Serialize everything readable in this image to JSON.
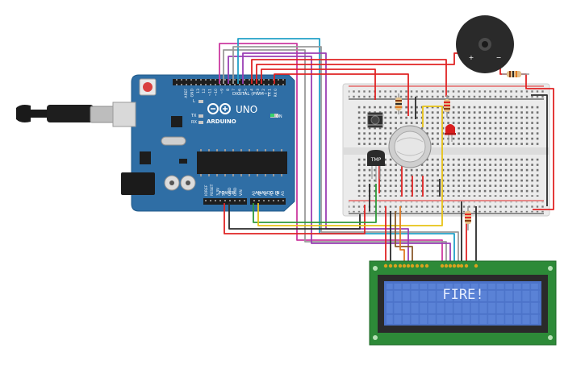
{
  "arduino": {
    "brand": "ARDUINO",
    "model": "UNO",
    "header_digital": "DIGITAL (PWM~)",
    "header_power": "POWER",
    "header_analog": "ANALOG IN",
    "label_on": "ON",
    "label_l": "L",
    "label_tx": "TX",
    "label_rx": "RX",
    "digital_pins": [
      "AREF",
      "GND",
      "13",
      "12",
      "~11",
      "~10",
      "~9",
      "8",
      "7",
      "~6",
      "~5",
      "4",
      "~3",
      "2",
      "TX 1",
      "RX 0"
    ],
    "power_pins": [
      "IOREF",
      "RESET",
      "3.3V",
      "5V",
      "GND",
      "GND",
      "VIN"
    ],
    "analog_pins": [
      "A0",
      "A1",
      "A2",
      "A3",
      "A4",
      "A5"
    ]
  },
  "temp_sensor": {
    "label": "TMP"
  },
  "buzzer": {
    "plus": "+",
    "minus": "−"
  },
  "lcd": {
    "text": "FIRE!"
  },
  "colors": {
    "board": "#2f6ea5",
    "breadboard": "#ebebeb",
    "lcd_screen": "#4c73c9",
    "lcd_pcb": "#2d8a38",
    "wire_red": "#e02424",
    "wire_black": "#2b2b2b",
    "wire_yellow": "#e8c316",
    "wire_green": "#2f9a3a",
    "wire_purple": "#9a3fb5",
    "wire_magenta": "#cc3aa0",
    "wire_cyan": "#22a0c8",
    "wire_gray": "#9a9a9a",
    "wire_brown": "#8a5a2b",
    "wire_orange": "#e07a22"
  },
  "icons": [
    "usb-cable-icon",
    "reset-button-icon",
    "arduino-logo-icon",
    "gas-sensor-icon",
    "led-icon",
    "pushbutton-icon",
    "resistor-icon",
    "piezo-buzzer-icon",
    "lcd-display-icon",
    "breadboard-icon"
  ]
}
